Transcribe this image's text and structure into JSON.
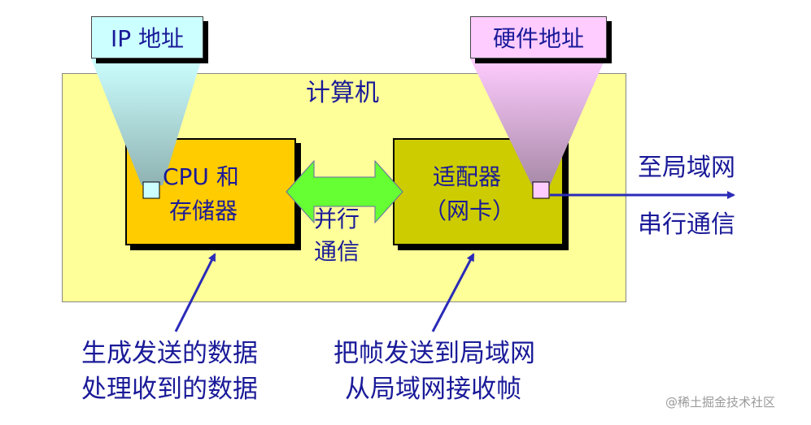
{
  "labels": {
    "ip_address": "IP 地址",
    "hardware_address": "硬件地址",
    "computer": "计算机",
    "cpu_line1": "CPU 和",
    "cpu_line2": "存储器",
    "adapter_line1": "适配器",
    "adapter_line2": "（网卡）",
    "parallel_line1": "并行",
    "parallel_line2": "通信",
    "to_lan": "至局域网",
    "serial": "串行通信",
    "cpu_note_line1": "生成发送的数据",
    "cpu_note_line2": "处理收到的数据",
    "adapter_note_line1": "把帧发送到局域网",
    "adapter_note_line2": "从局域网接收帧",
    "watermark": "@稀土掘金技术社区"
  },
  "colors": {
    "computer_bg": "#ffff99",
    "cpu_bg": "#ffcc00",
    "adapter_bg": "#cccc00",
    "arrow_green": "#66ff33",
    "ip_box": "#ccffff",
    "hw_box": "#ffccff",
    "blue_text": "#1a1a99",
    "arrow_blue": "#2b2bb8"
  }
}
